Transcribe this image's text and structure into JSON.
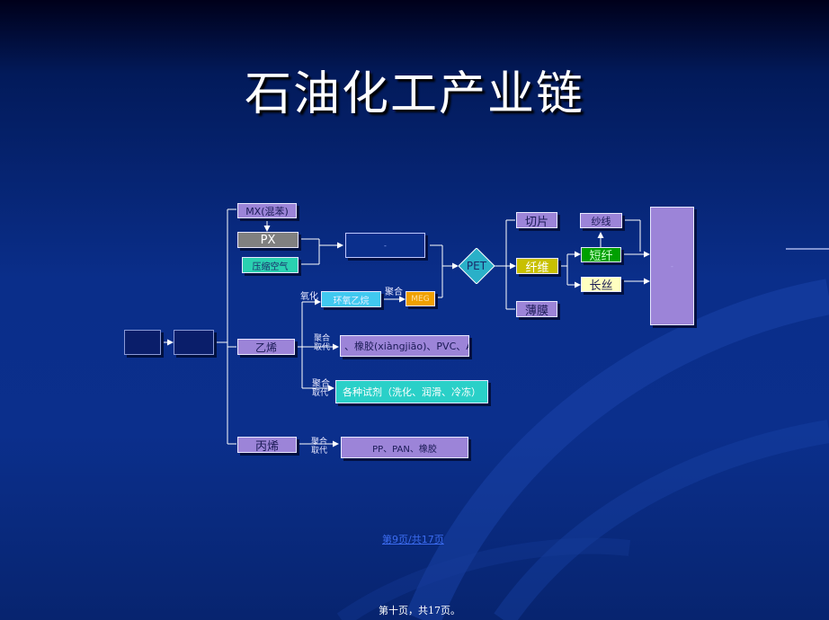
{
  "title": "石油化工产业链",
  "nodes": {
    "mx": "MX(混苯)",
    "px": "PX",
    "compressed_air": "压缩空气",
    "pta": "-",
    "pet": "PET",
    "chips": "切片",
    "fiber": "纤维",
    "film": "薄膜",
    "yarn": "纱线",
    "short_fiber": "短纤",
    "filament": "长丝",
    "ethylene": "乙烯",
    "ethylene_oxide": "环氧乙烷",
    "meg": "MEG",
    "ethylene_products": "、橡胶(xiàngjiāo)、PVC、AE",
    "reagents": "各种试剂（洗化、润滑、冷冻）",
    "propylene": "丙烯",
    "propylene_products": "PP、PAN、橡胶",
    "final": "-"
  },
  "labels": {
    "oxidation": "氧化",
    "polymer_meg": "聚合",
    "polymer_1": "聚合",
    "substitute_1": "取代",
    "polymer_2": "聚合",
    "substitute_2": "取代",
    "polymer_3": "聚合",
    "substitute_3": "取代"
  },
  "footer": {
    "page_link": "第9页/共17页",
    "page_text": "第十页，共17页。"
  },
  "colors": {
    "lavender": "#9c84d8",
    "gray": "#808080",
    "teal": "#2ad0b0",
    "cyan": "#40c8f0",
    "orange": "#f0a000",
    "olive": "#c8c000",
    "green": "#00a000",
    "cream": "#ffffc0",
    "dark_navy": "#0a1e6a"
  }
}
